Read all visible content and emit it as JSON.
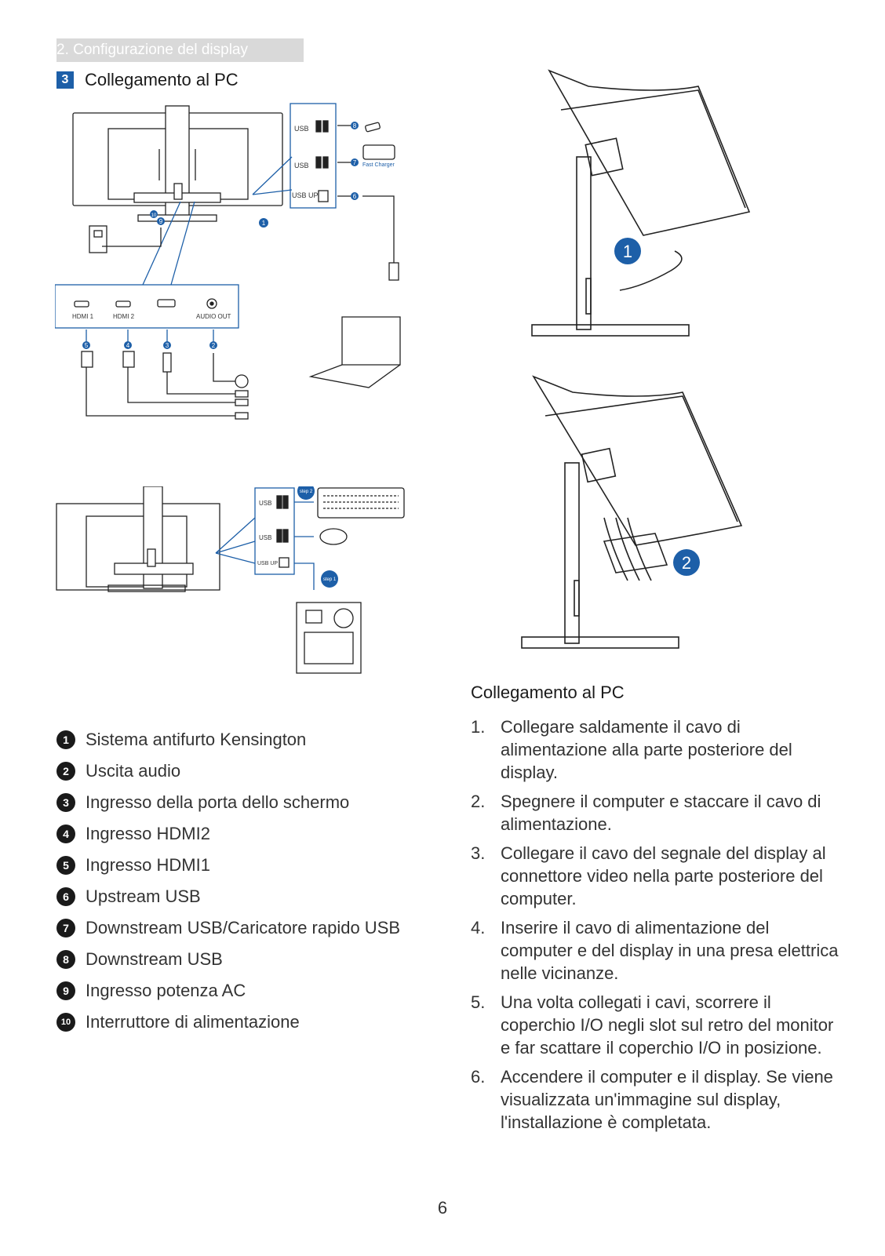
{
  "header": {
    "section": "2. Configurazione del display",
    "number": "3",
    "title": "Collegamento al PC"
  },
  "diagram_top": {
    "usb_label": "USB",
    "usb_fast_label": "USB",
    "usb_up_label": "USB UP",
    "fast_charger_label": "Fast Charger",
    "callouts": [
      "8",
      "7",
      "6",
      "1",
      "10",
      "9"
    ],
    "ports": [
      "HDMI 1",
      "HDMI 2",
      "AUDIO OUT"
    ],
    "port_callouts": [
      "5",
      "4",
      "3",
      "2"
    ]
  },
  "diagram_bottom": {
    "usb_label": "USB",
    "usb_fast_label": "USB",
    "usb_up_label": "USB UP",
    "step1_label": "step 1",
    "step2_label": "step 2"
  },
  "right_figure": {
    "badge1": "1",
    "badge2": "2"
  },
  "legend": [
    {
      "num": "1",
      "label": "Sistema antifurto Kensington"
    },
    {
      "num": "2",
      "label": "Uscita audio"
    },
    {
      "num": "3",
      "label": "Ingresso della porta dello schermo"
    },
    {
      "num": "4",
      "label": "Ingresso HDMI2"
    },
    {
      "num": "5",
      "label": "Ingresso HDMI1"
    },
    {
      "num": "6",
      "label": "Upstream USB"
    },
    {
      "num": "7",
      "label": "Downstream USB/Caricatore rapido USB"
    },
    {
      "num": "8",
      "label": "Downstream USB"
    },
    {
      "num": "9",
      "label": "Ingresso potenza AC"
    },
    {
      "num": "10",
      "label": "Interruttore di alimentazione"
    }
  ],
  "procedure": {
    "title": "Collegamento al PC",
    "steps": [
      {
        "n": "1.",
        "text": "Collegare saldamente il cavo di alimentazione alla parte posteriore del display."
      },
      {
        "n": "2.",
        "text": "Spegnere il computer e staccare il cavo di alimentazione."
      },
      {
        "n": "3.",
        "text": "Collegare il cavo del segnale del display al connettore video nella parte posteriore del computer."
      },
      {
        "n": "4.",
        "text": "Inserire il cavo di alimentazione del computer e del display in una presa elettrica nelle vicinanze."
      },
      {
        "n": "5.",
        "text": "Una volta collegati i cavi, scorrere il coperchio I/O negli slot sul retro del monitor e far scattare il coperchio I/O in posizione."
      },
      {
        "n": "6.",
        "text": "Accendere il computer e il display. Se viene visualizzata un'immagine sul display, l'installazione è completata."
      }
    ]
  },
  "page_number": "6"
}
